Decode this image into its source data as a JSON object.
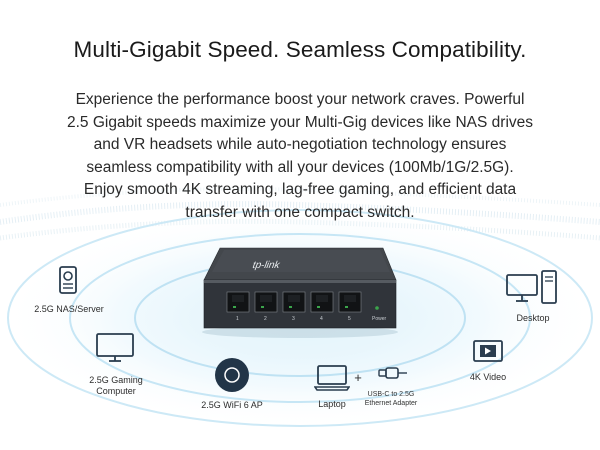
{
  "heading": "Multi-Gigabit Speed. Seamless Compatibility.",
  "description_lines": [
    "Experience the performance boost your network craves. Powerful",
    "2.5 Gigabit speeds maximize your Multi-Gig devices like NAS drives",
    "and VR headsets while auto-negotiation technology ensures",
    "seamless compatibility with all your devices (100Mb/1G/2.5G).",
    "Enjoy smooth 4K streaming, lag-free gaming, and efficient data",
    "transfer with one compact switch."
  ],
  "switch": {
    "brand": "tp-link",
    "port_numbers": [
      "1",
      "2",
      "3",
      "4",
      "5"
    ],
    "power_label": "Power"
  },
  "devices": {
    "nas": "2.5G NAS/Server",
    "gaming_line1": "2.5G Gaming",
    "gaming_line2": "Computer",
    "wifi_ap": "2.5G WiFi 6 AP",
    "laptop": "Laptop",
    "plus": "+",
    "adapter_line1": "USB-C to 2.5G",
    "adapter_line2": "Ethernet Adapter",
    "video": "4K Video",
    "desktop": "Desktop"
  },
  "icons": [
    "nas-server-icon",
    "gaming-computer-icon",
    "wifi-ap-icon",
    "laptop-icon",
    "usb-adapter-icon",
    "video-play-icon",
    "desktop-tower-icon"
  ],
  "colors": {
    "icon_stroke": "#2a3d4f",
    "ripple": "#dff1fa",
    "switch_body": "#3b3f44"
  }
}
